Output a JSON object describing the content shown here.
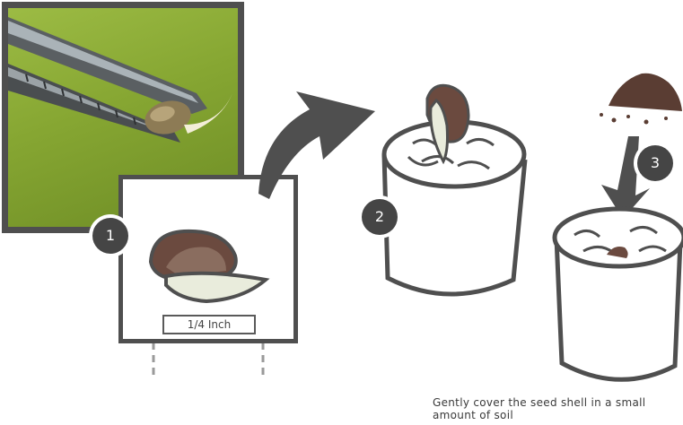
{
  "steps": [
    {
      "number": "1"
    },
    {
      "number": "2"
    },
    {
      "number": "3"
    }
  ],
  "measure_label": "1/4 Inch",
  "caption": "Gently cover the seed shell in a small amount of soil",
  "colors": {
    "outline": "#4f4f4f",
    "seed_brown": "#6b4a3f",
    "seed_tan": "#8a6d5f",
    "sprout_cream": "#e9ecdc",
    "soil_dark": "#5a3d33",
    "photo_green": "#86a632",
    "badge": "#454545"
  },
  "icons": [
    "tweezers-photo",
    "curved-arrow-icon",
    "straight-arrow-icon",
    "soil-pile-icon",
    "peat-pot-icon"
  ]
}
